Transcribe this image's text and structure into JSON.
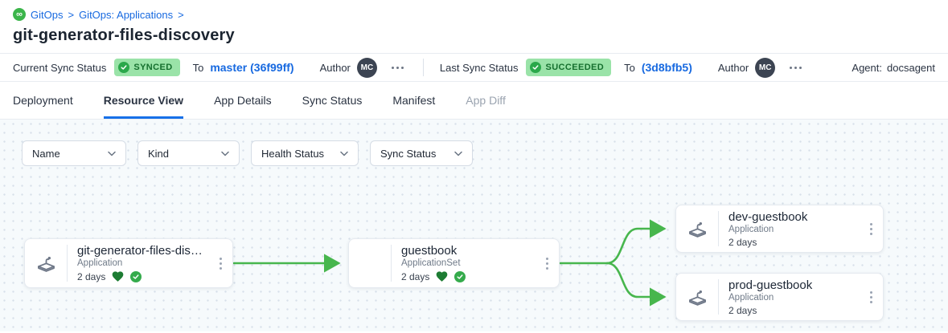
{
  "breadcrumb": {
    "items": [
      "GitOps",
      "GitOps: Applications"
    ],
    "separator": ">",
    "logo_glyph": "∞"
  },
  "page": {
    "title": "git-generator-files-discovery"
  },
  "status_bar": {
    "current": {
      "label": "Current Sync Status",
      "badge": "SYNCED",
      "to_label": "To",
      "revision": "master (36f99ff)",
      "author_label": "Author",
      "author_initials": "MC"
    },
    "last": {
      "label": "Last Sync Status",
      "badge": "SUCCEEDED",
      "to_label": "To",
      "revision": "(3d8bfb5)",
      "author_label": "Author",
      "author_initials": "MC"
    },
    "agent": {
      "label": "Agent:",
      "value": "docsagent"
    }
  },
  "tabs": [
    {
      "label": "Deployment",
      "active": false,
      "disabled": false
    },
    {
      "label": "Resource View",
      "active": true,
      "disabled": false
    },
    {
      "label": "App Details",
      "active": false,
      "disabled": false
    },
    {
      "label": "Sync Status",
      "active": false,
      "disabled": false
    },
    {
      "label": "Manifest",
      "active": false,
      "disabled": false
    },
    {
      "label": "App Diff",
      "active": false,
      "disabled": true
    }
  ],
  "filters": [
    "Name",
    "Kind",
    "Health Status",
    "Sync Status"
  ],
  "graph": {
    "nodes": [
      {
        "title": "git-generator-files-disco...",
        "kind": "Application",
        "age": "2 days",
        "healthy": true,
        "synced": true
      },
      {
        "title": "guestbook",
        "kind": "ApplicationSet",
        "age": "2 days",
        "healthy": true,
        "synced": true
      },
      {
        "title": "dev-guestbook",
        "kind": "Application",
        "age": "2 days",
        "healthy": false,
        "synced": false
      },
      {
        "title": "prod-guestbook",
        "kind": "Application",
        "age": "2 days",
        "healthy": false,
        "synced": false
      }
    ],
    "edges": [
      {
        "from": "git-generator-files-disco...",
        "to": "guestbook"
      },
      {
        "from": "guestbook",
        "to": "dev-guestbook"
      },
      {
        "from": "guestbook",
        "to": "prod-guestbook"
      }
    ]
  },
  "colors": {
    "link_blue": "#1769e0",
    "tab_underline": "#1770e8",
    "badge_bg": "#9ae3a8",
    "badge_text": "#156f2e",
    "edge_green": "#47b64d",
    "health_heart": "#1d7c33",
    "sync_check": "#35ab4c",
    "logo_green": "#3bb54a",
    "canvas_bg": "#f6fafc"
  }
}
